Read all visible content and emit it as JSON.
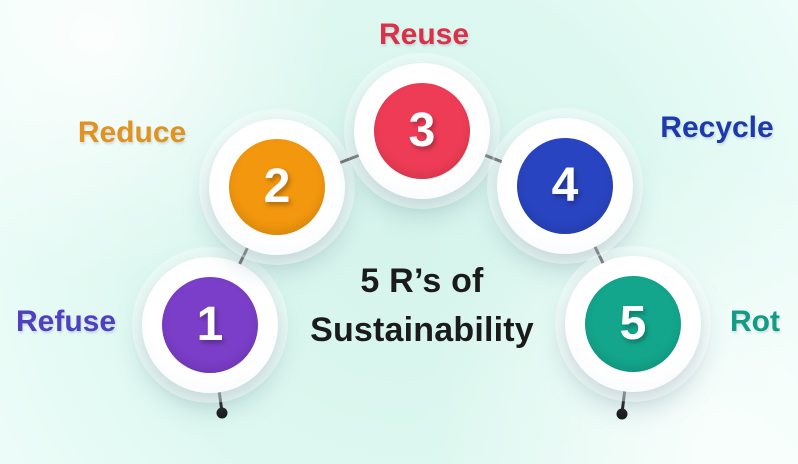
{
  "title": {
    "line1": "5 R’s of",
    "line2": "Sustainability",
    "color": "#1b1b1b"
  },
  "nodes": [
    {
      "number": "1",
      "label": "Refuse",
      "circle_color": "#7b3ec8",
      "label_color": "#5040c0"
    },
    {
      "number": "2",
      "label": "Reduce",
      "circle_color": "#f2970e",
      "label_color": "#e0931f"
    },
    {
      "number": "3",
      "label": "Reuse",
      "circle_color": "#ef3c56",
      "label_color": "#dc2f48"
    },
    {
      "number": "4",
      "label": "Recycle",
      "circle_color": "#2944c0",
      "label_color": "#1c3aad"
    },
    {
      "number": "5",
      "label": "Rot",
      "circle_color": "#13a68c",
      "label_color": "#129c84"
    }
  ],
  "connector": {
    "color": "#141414"
  },
  "number_text_color": "#ffffff",
  "background": {
    "center_color": "#d5f4eb",
    "edge_color": "#eefdf9"
  }
}
